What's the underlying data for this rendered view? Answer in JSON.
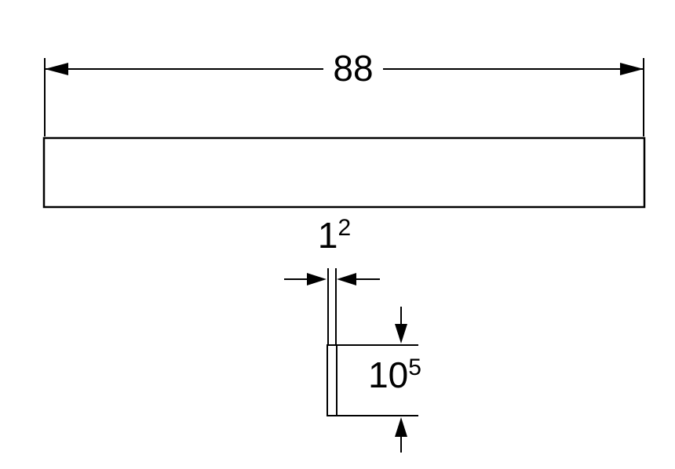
{
  "colors": {
    "line": "#000000",
    "fill": "#ffffff",
    "background": "#ffffff"
  },
  "dimensions": {
    "width": {
      "value": "88"
    },
    "thickness": {
      "value": "1",
      "sup": "2"
    },
    "depth": {
      "value": "10",
      "sup": "5"
    }
  }
}
